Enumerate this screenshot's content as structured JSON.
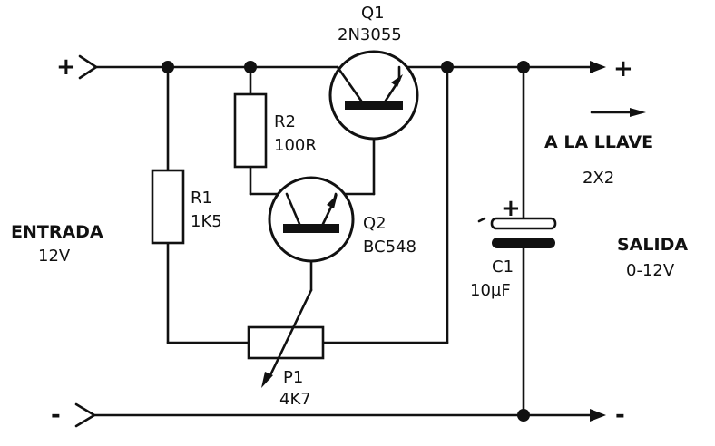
{
  "input": {
    "label": "ENTRADA",
    "voltage": "12V",
    "plus": "+",
    "minus": "-"
  },
  "output": {
    "plus": "+",
    "minus": "-",
    "to_key_label": "A LA LLAVE",
    "key_type": "2X2",
    "label": "SALIDA",
    "range": "0-12V"
  },
  "components": {
    "q1": {
      "ref": "Q1",
      "part": "2N3055"
    },
    "q2": {
      "ref": "Q2",
      "part": "BC548"
    },
    "r1": {
      "ref": "R1",
      "value": "1K5"
    },
    "r2": {
      "ref": "R2",
      "value": "100R"
    },
    "p1": {
      "ref": "P1",
      "value": "4K7"
    },
    "c1": {
      "ref": "C1",
      "value": "10µF",
      "polarity": "+"
    }
  }
}
